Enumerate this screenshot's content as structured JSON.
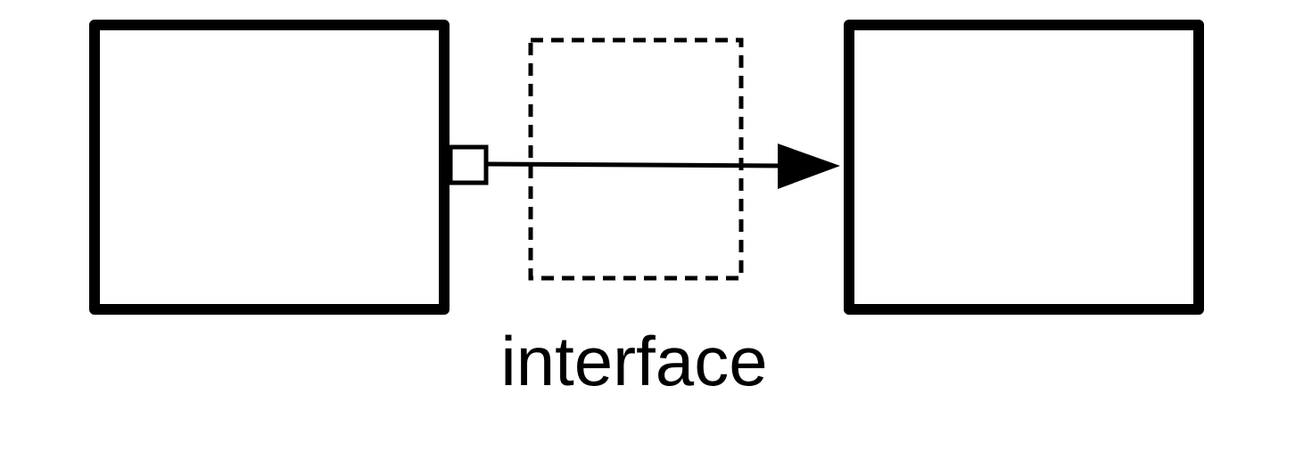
{
  "diagram": {
    "label": "interface",
    "colors": {
      "stroke": "#000000",
      "fill": "#ffffff",
      "background": "#ffffff"
    },
    "elements": [
      {
        "name": "left-component-box",
        "shape": "solid-rectangle"
      },
      {
        "name": "port-square",
        "shape": "small-square",
        "attached_to": "left-component-box"
      },
      {
        "name": "interface-dashed-box",
        "shape": "dashed-rectangle"
      },
      {
        "name": "connection-arrow",
        "shape": "arrow",
        "from": "port-square",
        "to": "right-component-box"
      },
      {
        "name": "right-component-box",
        "shape": "solid-rectangle"
      }
    ]
  }
}
